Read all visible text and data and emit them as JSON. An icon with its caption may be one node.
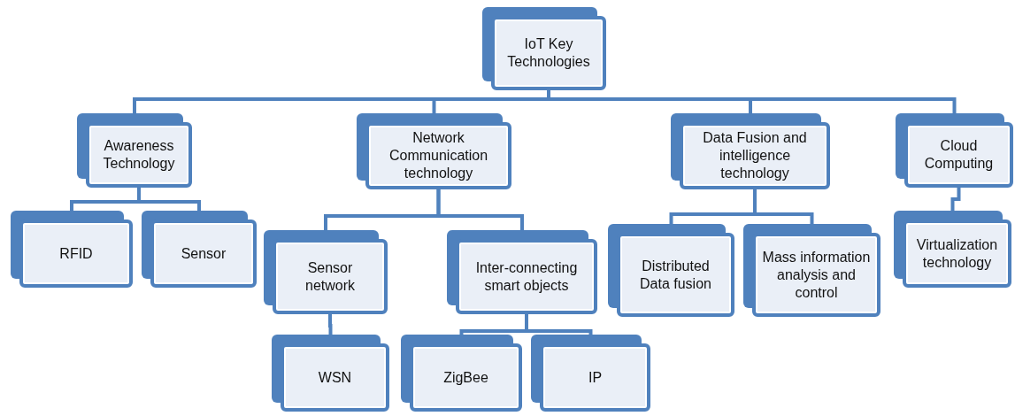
{
  "diagram": {
    "nodes": [
      {
        "text": [
          "IoT Key Technologies"
        ]
      },
      {
        "text": [
          "Awareness Technology"
        ]
      },
      {
        "text": [
          "Network Communication technology"
        ]
      },
      {
        "text": [
          "Data Fusion and intelligence technology"
        ]
      },
      {
        "text": [
          "Cloud Computing"
        ]
      },
      {
        "text": [
          "RFID"
        ]
      },
      {
        "text": [
          "Sensor"
        ]
      },
      {
        "text": [
          "Sensor network"
        ]
      },
      {
        "text": [
          "Inter-connecting smart objects"
        ]
      },
      {
        "text": [
          "Distributed Data fusion"
        ]
      },
      {
        "text": [
          "Mass information analysis and control"
        ]
      },
      {
        "text": [
          "Virtualization technology"
        ]
      },
      {
        "text": [
          "WSN"
        ]
      },
      {
        "text": [
          "ZigBee"
        ]
      },
      {
        "text": [
          "IP"
        ]
      }
    ],
    "edges": [
      {
        "from": 0,
        "to": 1,
        "arrow": "none"
      },
      {
        "from": 0,
        "to": 2,
        "arrow": "none"
      },
      {
        "from": 0,
        "to": 3,
        "arrow": "none"
      },
      {
        "from": 0,
        "to": 4,
        "arrow": "none"
      },
      {
        "from": 1,
        "to": 5,
        "arrow": "none"
      },
      {
        "from": 1,
        "to": 6,
        "arrow": "none"
      },
      {
        "from": 2,
        "to": 7,
        "arrow": "none"
      },
      {
        "from": 2,
        "to": 8,
        "arrow": "none"
      },
      {
        "from": 3,
        "to": 9,
        "arrow": "none"
      },
      {
        "from": 3,
        "to": 10,
        "arrow": "none"
      },
      {
        "from": 4,
        "to": 11,
        "arrow": "none"
      },
      {
        "from": 7,
        "to": 12,
        "arrow": "none"
      },
      {
        "from": 8,
        "to": 13,
        "arrow": "none"
      },
      {
        "from": 8,
        "to": 14,
        "arrow": "none"
      }
    ]
  }
}
